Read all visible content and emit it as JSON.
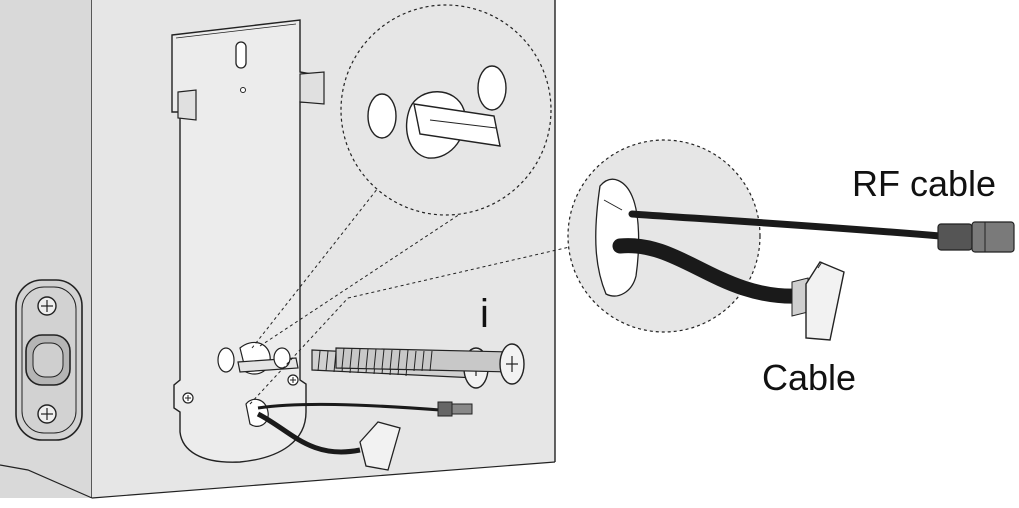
{
  "labels": {
    "step": "i",
    "rf_cable": "RF cable",
    "cable": "Cable"
  }
}
